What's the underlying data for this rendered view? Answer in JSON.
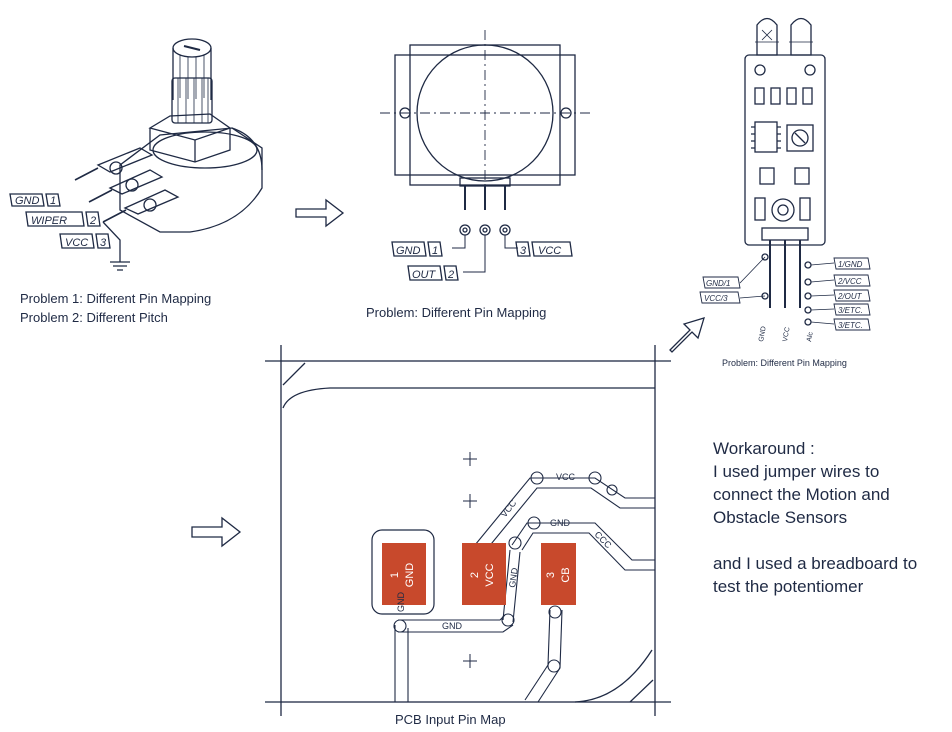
{
  "potentiometer": {
    "pins": [
      "GND",
      "1",
      "WIPER",
      "2",
      "VCC",
      "3"
    ],
    "caption_line1": "Problem 1: Different Pin Mapping",
    "caption_line2": "Problem 2: Different Pitch"
  },
  "motion_sensor": {
    "pins": [
      "GND",
      "1",
      "OUT",
      "2",
      "3",
      "VCC"
    ],
    "caption": "Problem: Different Pin Mapping"
  },
  "obstacle_sensor": {
    "left_pins": [
      "GND/1",
      "VCC/3"
    ],
    "right_pins": [
      "1/GND",
      "2/VCC",
      "2/OUT",
      "3/ETC.",
      "3/ETC."
    ],
    "bottom_labels": [
      "GND",
      "VCC",
      "Alc"
    ],
    "caption": "Problem: Different Pin Mapping"
  },
  "pcb": {
    "pads": [
      {
        "num": "1",
        "name": "GND"
      },
      {
        "num": "2",
        "name": "VCC"
      },
      {
        "num": "3",
        "name": "CB"
      }
    ],
    "trace_labels": [
      "VCC",
      "VCC",
      "GND",
      "CCC",
      "GND",
      "GND",
      "GND"
    ],
    "caption": "PCB Input Pin Map",
    "pad_color": "#c8492c"
  },
  "workaround": {
    "title": "Workaround :",
    "line1": "I used jumper wires to",
    "line2": "connect the Motion and",
    "line3": "Obstacle Sensors",
    "line4": "and I used a breadboard to",
    "line5": "test the potentiomer"
  }
}
